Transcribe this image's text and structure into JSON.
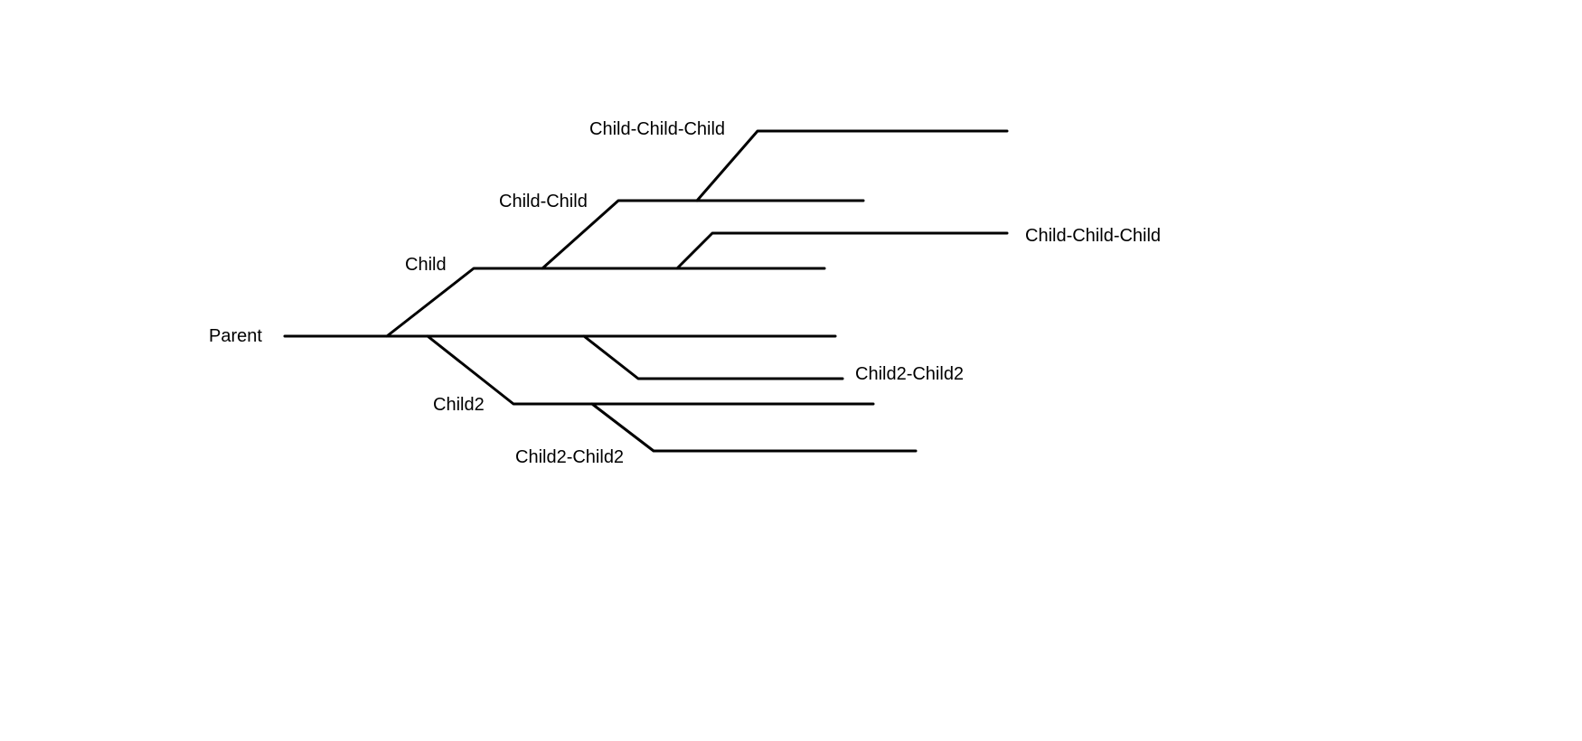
{
  "diagram": {
    "line_color": "#000000",
    "background": "#ffffff",
    "nodes": {
      "parent": {
        "label": "Parent"
      },
      "child": {
        "label": "Child"
      },
      "child_child": {
        "label": "Child-Child"
      },
      "child_child_child_top": {
        "label": "Child-Child-Child"
      },
      "child_child_child_right": {
        "label": "Child-Child-Child"
      },
      "child2": {
        "label": "Child2"
      },
      "child2_child2_right": {
        "label": "Child2-Child2"
      },
      "child2_child2_bottom": {
        "label": "Child2-Child2"
      }
    }
  }
}
